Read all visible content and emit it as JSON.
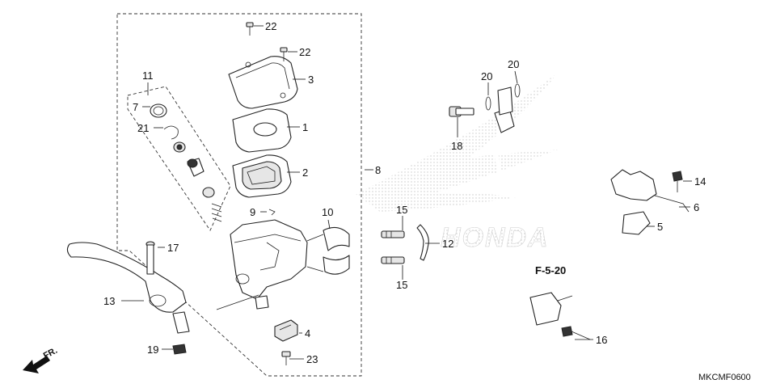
{
  "callouts": {
    "c1": "1",
    "c2": "2",
    "c3": "3",
    "c4": "4",
    "c5": "5",
    "c6": "6",
    "c7": "7",
    "c8": "8",
    "c9": "9",
    "c10": "10",
    "c11": "11",
    "c12": "12",
    "c13": "13",
    "c14": "14",
    "c15a": "15",
    "c15b": "15",
    "c16": "16",
    "c17": "17",
    "c18": "18",
    "c19": "19",
    "c20a": "20",
    "c20b": "20",
    "c21": "21",
    "c22a": "22",
    "c22b": "22",
    "c23": "23"
  },
  "reference": "F-5-20",
  "direction": "FR.",
  "watermark": "HONDA",
  "diagram_code": "MKCMF0600",
  "colors": {
    "line": "#111111",
    "watermark_dots": "#c8c8c8",
    "background": "#ffffff"
  }
}
